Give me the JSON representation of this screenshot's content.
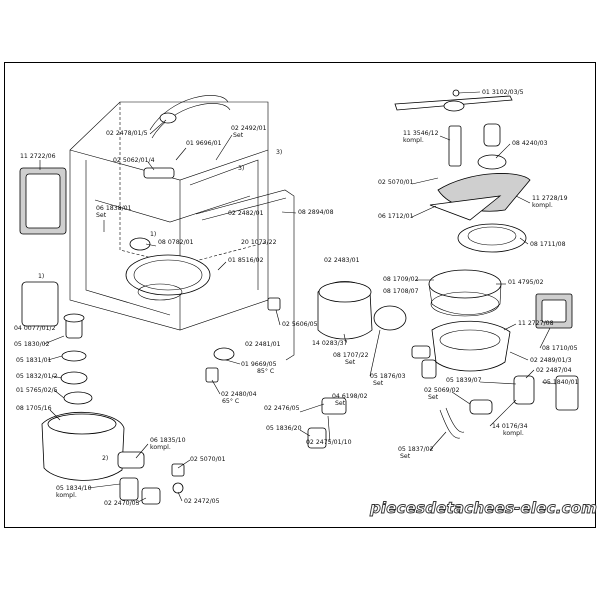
{
  "diagram": {
    "watermark": "piecesdetachees-elec.com",
    "labels": [
      "01 3102/03/5",
      "11 3546/12",
      "kompl.",
      "08 4240/03",
      "02 2478/01/5",
      "02 2492/01",
      "Set",
      "01 9696/01",
      "02 5062/01/4",
      "3)",
      "3)",
      "11 2722/06",
      "06 1838/01",
      "Set",
      "02 5070/01",
      "11 2728/19",
      "kompl.",
      "08 2894/08",
      "02 2482/01",
      "06 1712/01",
      "1)",
      "08 0782/01",
      "20 1073/22",
      "08 1711/08",
      "01 8516/02",
      "02 2483/01",
      "08 1709/02",
      "08 1708/07",
      "01 4795/02",
      "1)",
      "11 2727/08",
      "04 0077/01/2",
      "05 1830/02",
      "02 5606/05",
      "02 2481/01",
      "14 0283/37",
      "08 1707/22",
      "Set",
      "08 1710/05",
      "05 1831/01",
      "01 9669/05",
      "85° C",
      "05 1876/03",
      "Set",
      "02 2489/01/3",
      "05 1832/01/2",
      "02 2487/04",
      "01 5765/02/5",
      "02 2480/04",
      "65° C",
      "05 1839/07",
      "05 1840/01",
      "08 1705/16",
      "02 2476/05",
      "04 6198/02",
      "Set",
      "02 5069/02",
      "Set",
      "05 1836/20",
      "14 0176/34",
      "kompl.",
      "06 1835/10",
      "kompl.",
      "02 2475/01/10",
      "05 1837/02",
      "Set",
      "2)",
      "02 5070/01",
      "05 1834/10",
      "kompl.",
      "02 2470/05",
      "02 2472/05"
    ]
  }
}
